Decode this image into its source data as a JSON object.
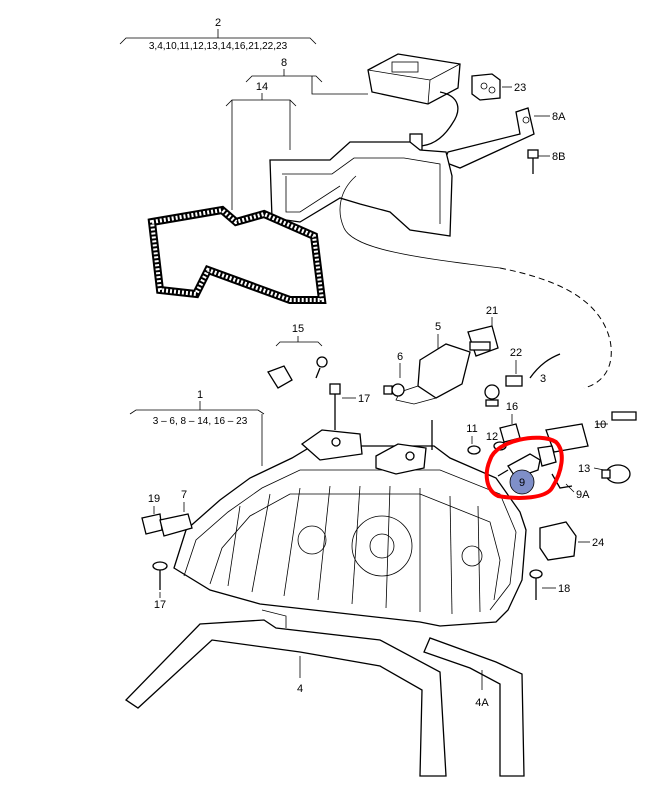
{
  "callouts": {
    "c2": "2",
    "c2_sub": "3,4,10,11,12,13,14,16,21,22,23",
    "c8": "8",
    "c14": "14",
    "c23": "23",
    "c8a": "8A",
    "c8b": "8B",
    "c21": "21",
    "c5": "5",
    "c15": "15",
    "c6": "6",
    "c22": "22",
    "c3": "3",
    "c1": "1",
    "c1_sub": "3 – 6, 8 – 14, 16 – 23",
    "c17a": "17",
    "c16": "16",
    "c10": "10",
    "c11": "11",
    "c12": "12",
    "c13": "13",
    "c9": "9",
    "c9a": "9A",
    "c19": "19",
    "c7": "7",
    "c24": "24",
    "c17b": "17",
    "c18": "18",
    "c4": "4",
    "c4a": "4A"
  },
  "highlight": {
    "marker_label": "9",
    "marker_color": "#7f8fc8",
    "outline_color": "#ff0000"
  }
}
